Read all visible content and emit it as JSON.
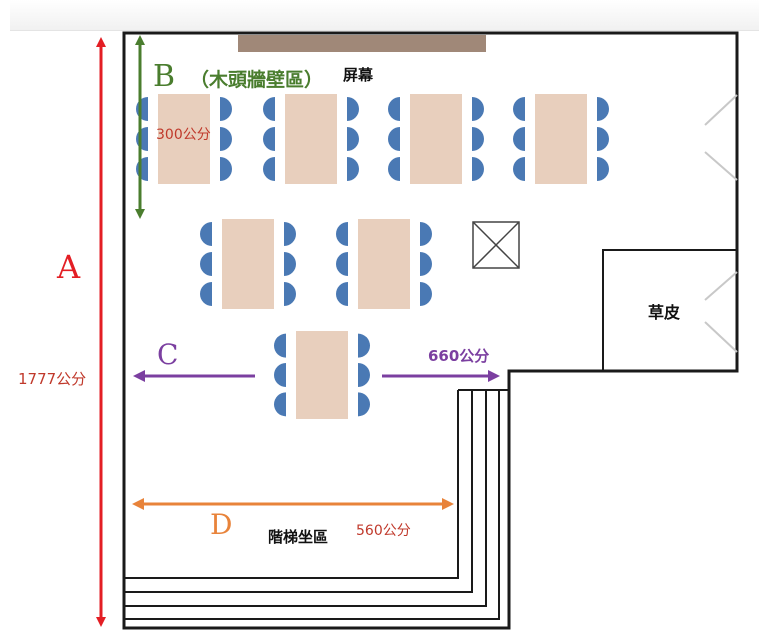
{
  "labels": {
    "a": "A",
    "b": "B",
    "b_note": "（木頭牆壁區）",
    "c": "C",
    "d": "D",
    "screen": "屏幕",
    "grass": "草皮",
    "steps": "階梯坐區",
    "dim_a": "1777公分",
    "dim_b": "300公分",
    "dim_c": "660公分",
    "dim_d": "560公分"
  },
  "colors": {
    "a": "#e31e24",
    "b": "#4a7d2e",
    "c": "#7b3fa0",
    "d": "#e8833a",
    "dim_text": "#c0392b",
    "table": "#e8cfbd",
    "chair": "#4a79b4",
    "screen_bar": "#a08878",
    "wall": "#1a1a1a"
  },
  "icons": [
    "pillar-icon",
    "door-swing-icon",
    "table-icon",
    "chair-icon",
    "arrow-icon"
  ]
}
